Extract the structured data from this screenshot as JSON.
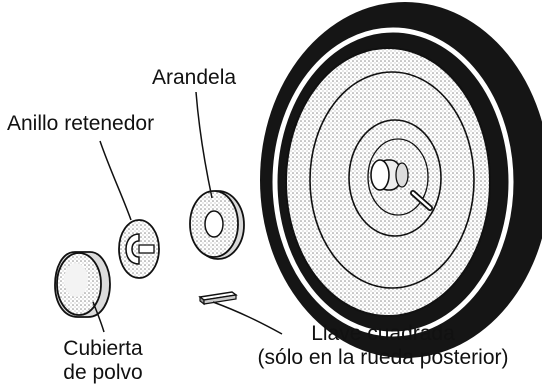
{
  "labels": {
    "arandela": "Arandela",
    "anillo_retenedor": "Anillo retenedor",
    "cubierta_line1": "Cubierta",
    "cubierta_line2": "de polvo",
    "llave_line1": "Llave cuadrada",
    "llave_line2": "(sólo en la rueda posterior)"
  },
  "colors": {
    "ink": "#111111",
    "paper": "#ffffff",
    "shade": "#cfcfcf",
    "tire": "#151515"
  }
}
